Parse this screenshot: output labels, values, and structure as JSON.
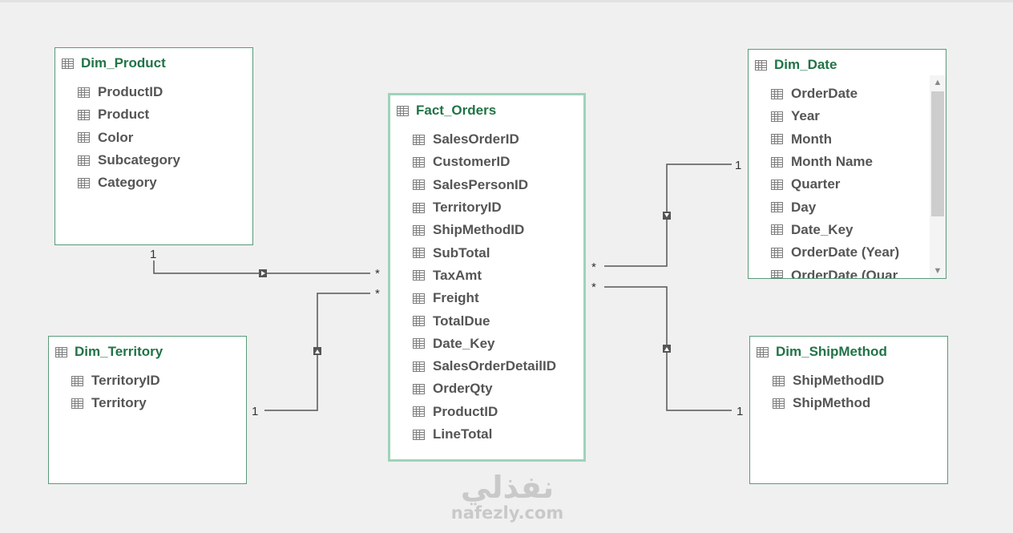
{
  "tables": [
    {
      "title": "Dim_Product",
      "columns": [
        "ProductID",
        "Product",
        "Color",
        "Subcategory",
        "Category"
      ]
    },
    {
      "title": "Fact_Orders",
      "columns": [
        "SalesOrderID",
        "CustomerID",
        "SalesPersonID",
        "TerritoryID",
        "ShipMethodID",
        "SubTotal",
        "TaxAmt",
        "Freight",
        "TotalDue",
        "Date_Key",
        "SalesOrderDetailID",
        "OrderQty",
        "ProductID",
        "LineTotal"
      ]
    },
    {
      "title": "Dim_Date",
      "columns": [
        "OrderDate",
        "Year",
        "Month",
        "Month Name",
        "Quarter",
        "Day",
        "Date_Key",
        "OrderDate (Year)",
        "OrderDate (Quar"
      ]
    },
    {
      "title": "Dim_Territory",
      "columns": [
        "TerritoryID",
        "Territory"
      ]
    },
    {
      "title": "Dim_ShipMethod",
      "columns": [
        "ShipMethodID",
        "ShipMethod"
      ]
    }
  ],
  "relationships": [
    {
      "from": "Dim_Product",
      "to": "Fact_Orders",
      "one_label": "1",
      "many_label": "*"
    },
    {
      "from": "Dim_Territory",
      "to": "Fact_Orders",
      "one_label": "1",
      "many_label": "*"
    },
    {
      "from": "Dim_Date",
      "to": "Fact_Orders",
      "one_label": "1",
      "many_label": "*"
    },
    {
      "from": "Dim_ShipMethod",
      "to": "Fact_Orders",
      "one_label": "1",
      "many_label": "*"
    }
  ],
  "scrollbar": {
    "up_icon": "▲",
    "down_icon": "▼"
  },
  "watermark": {
    "arabic": "نفذلي",
    "latin": "nafezly.com"
  },
  "colors": {
    "title": "#217346",
    "column_text": "#555555",
    "border": "#5a9a78",
    "selected_border": "#9fd3bb",
    "line": "#555555"
  }
}
